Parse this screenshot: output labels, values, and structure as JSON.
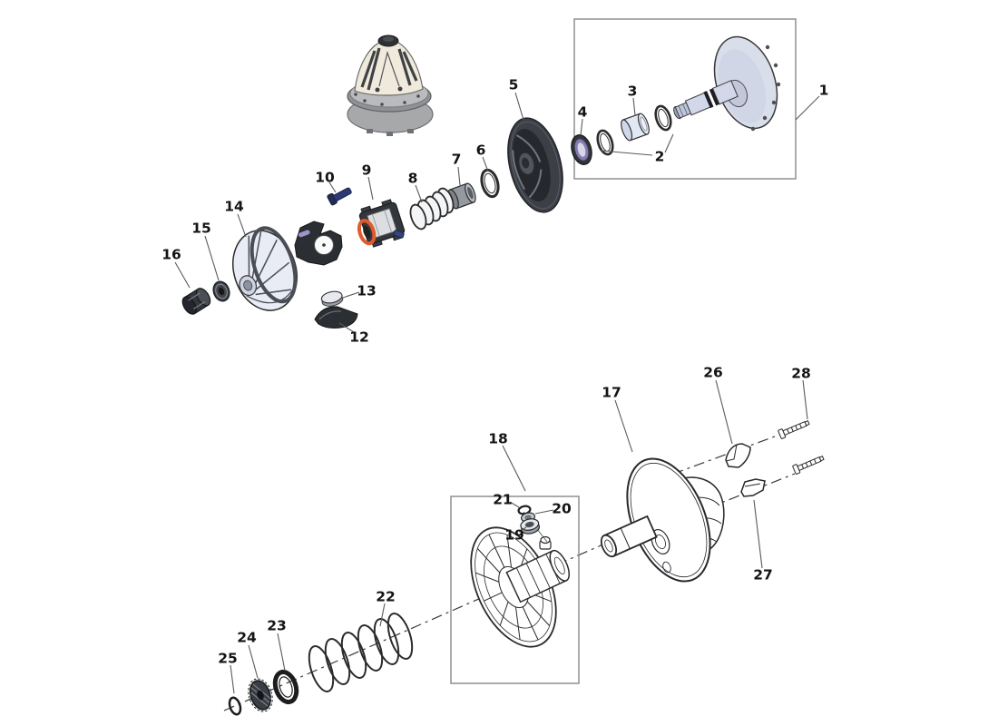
{
  "diagram": {
    "kind": "exploded-parts-diagram",
    "palette": {
      "line": "#2b2b2b",
      "box_border": "#8f8f8f",
      "leader": "#5a5a5a",
      "label_color": "#141414",
      "accent_orange": "#e05a2b",
      "accent_blue": "#2c3a72",
      "accent_purple": "#837cb0",
      "part_fill_light": "#e7ebf4",
      "part_fill_dark": "#33363b",
      "assembly_gray": "#a6a8aa"
    },
    "callouts": [
      {
        "number": "1",
        "part": "fixed-drive-face-with-shaft"
      },
      {
        "number": "2",
        "part": "o-rings-pair"
      },
      {
        "number": "3",
        "part": "spacer-bushing"
      },
      {
        "number": "4",
        "part": "bearing"
      },
      {
        "number": "5",
        "part": "movable-drive-face"
      },
      {
        "number": "6",
        "part": "seal-ring"
      },
      {
        "number": "7",
        "part": "bushing"
      },
      {
        "number": "8",
        "part": "small-spring"
      },
      {
        "number": "9",
        "part": "spider-roller-assembly"
      },
      {
        "number": "10",
        "part": "bolt"
      },
      {
        "number": "12",
        "part": "ramp-shoe"
      },
      {
        "number": "13",
        "part": "cap-disc"
      },
      {
        "number": "14",
        "part": "clutch-cover"
      },
      {
        "number": "15",
        "part": "washer"
      },
      {
        "number": "16",
        "part": "flange-nut"
      },
      {
        "number": "17",
        "part": "fixed-driven-face-with-helix"
      },
      {
        "number": "18",
        "part": "movable-driven-face-assembly"
      },
      {
        "number": "19",
        "part": "roller"
      },
      {
        "number": "20",
        "part": "washer-cap"
      },
      {
        "number": "21",
        "part": "snap-ring"
      },
      {
        "number": "22",
        "part": "driven-clutch-spring"
      },
      {
        "number": "23",
        "part": "spring-seat-ring"
      },
      {
        "number": "24",
        "part": "splined-washer"
      },
      {
        "number": "25",
        "part": "o-ring-small"
      },
      {
        "number": "26",
        "part": "cam-wedge-upper"
      },
      {
        "number": "27",
        "part": "cam-wedge-lower"
      },
      {
        "number": "28",
        "part": "cam-screws"
      }
    ]
  }
}
